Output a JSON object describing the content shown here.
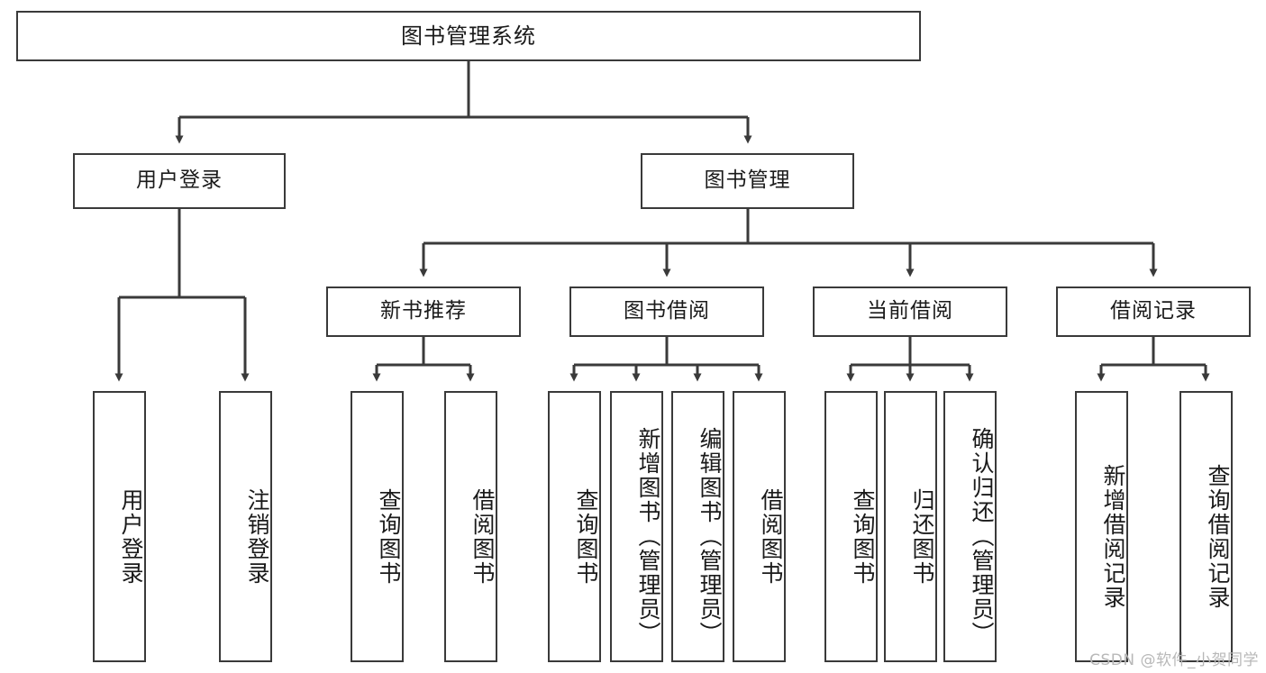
{
  "diagram": {
    "title": "图书管理系统",
    "type": "tree-hierarchy",
    "levels": {
      "root": {
        "label": "图书管理系统"
      },
      "level2": [
        {
          "id": "user-login",
          "label": "用户登录"
        },
        {
          "id": "book-management",
          "label": "图书管理"
        }
      ],
      "level3": [
        {
          "id": "new-book-recommend",
          "label": "新书推荐",
          "parent": "book-management"
        },
        {
          "id": "book-borrow",
          "label": "图书借阅",
          "parent": "book-management"
        },
        {
          "id": "current-borrow",
          "label": "当前借阅",
          "parent": "book-management"
        },
        {
          "id": "borrow-record",
          "label": "借阅记录",
          "parent": "book-management"
        }
      ],
      "leaves": [
        {
          "id": "leaf-user-login",
          "label": "用户登录",
          "parent": "user-login"
        },
        {
          "id": "leaf-logout-login",
          "label": "注销登录",
          "parent": "user-login"
        },
        {
          "id": "leaf-query-book-1",
          "label": "查询图书",
          "parent": "new-book-recommend"
        },
        {
          "id": "leaf-borrow-book-1",
          "label": "借阅图书",
          "parent": "new-book-recommend"
        },
        {
          "id": "leaf-query-book-2",
          "label": "查询图书",
          "parent": "book-borrow"
        },
        {
          "id": "leaf-add-book",
          "label": "新增图书（管理员）",
          "parent": "book-borrow"
        },
        {
          "id": "leaf-edit-book",
          "label": "编辑图书（管理员）",
          "parent": "book-borrow"
        },
        {
          "id": "leaf-borrow-book-2",
          "label": "借阅图书",
          "parent": "book-borrow"
        },
        {
          "id": "leaf-query-book-3",
          "label": "查询图书",
          "parent": "current-borrow"
        },
        {
          "id": "leaf-return-book",
          "label": "归还图书",
          "parent": "current-borrow"
        },
        {
          "id": "leaf-confirm-return",
          "label": "确认归还（管理员）",
          "parent": "current-borrow"
        },
        {
          "id": "leaf-add-record",
          "label": "新增借阅记录",
          "parent": "borrow-record"
        },
        {
          "id": "leaf-query-record",
          "label": "查询借阅记录",
          "parent": "borrow-record"
        }
      ]
    },
    "colors": {
      "stroke": "#3a3a3a",
      "fill": "#ffffff",
      "text": "#1a1a1a",
      "watermark": "#b8b8b8"
    }
  },
  "watermark": {
    "text": "CSDN @软件_小贺同学"
  }
}
